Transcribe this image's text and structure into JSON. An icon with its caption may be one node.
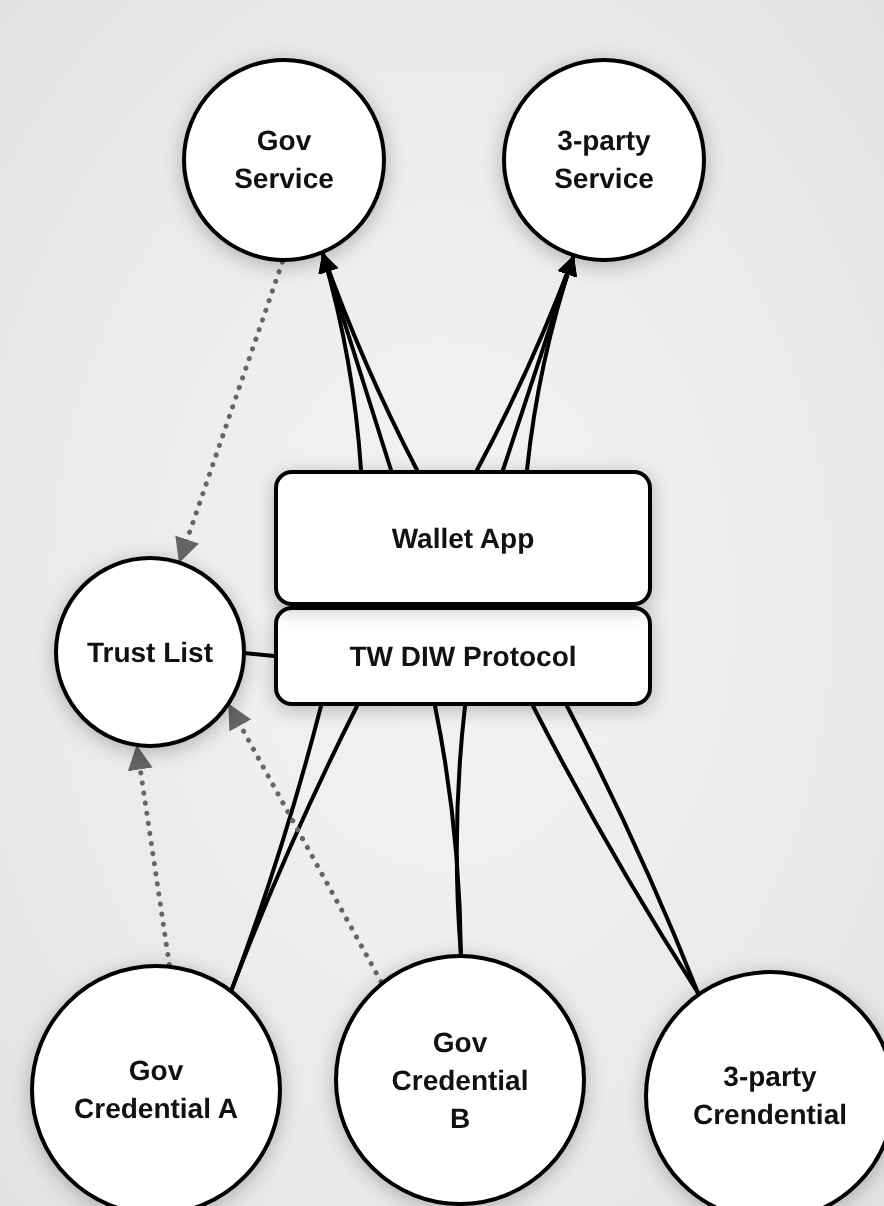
{
  "diagram": {
    "nodes": [
      {
        "text": [
          "Gov Service"
        ]
      },
      {
        "text": [
          "3-party Service"
        ]
      },
      {
        "text": [
          "Wallet App"
        ]
      },
      {
        "text": [
          "TW DIW Protocol"
        ]
      },
      {
        "text": [
          "Trust List"
        ]
      },
      {
        "text": [
          "Gov Credential A"
        ]
      },
      {
        "text": [
          "Gov Credential B"
        ]
      },
      {
        "text": [
          "3-party Crendential"
        ]
      }
    ],
    "edges": [
      {
        "from": 2,
        "to": 0,
        "arrow": "to"
      },
      {
        "from": 2,
        "to": 0,
        "arrow": "to"
      },
      {
        "from": 2,
        "to": 0,
        "arrow": "to"
      },
      {
        "from": 2,
        "to": 1,
        "arrow": "to"
      },
      {
        "from": 2,
        "to": 1,
        "arrow": "to"
      },
      {
        "from": 2,
        "to": 1,
        "arrow": "to"
      },
      {
        "from": 3,
        "to": 4,
        "arrow": "none"
      },
      {
        "from": 3,
        "to": 5,
        "arrow": "none"
      },
      {
        "from": 3,
        "to": 5,
        "arrow": "none"
      },
      {
        "from": 3,
        "to": 6,
        "arrow": "none"
      },
      {
        "from": 3,
        "to": 6,
        "arrow": "none"
      },
      {
        "from": 3,
        "to": 7,
        "arrow": "none"
      },
      {
        "from": 3,
        "to": 7,
        "arrow": "none"
      },
      {
        "from": 0,
        "to": 4,
        "arrow": "to",
        "style": "dashed",
        "color": "#666666"
      },
      {
        "from": 5,
        "to": 4,
        "arrow": "to",
        "style": "dashed",
        "color": "#666666"
      },
      {
        "from": 6,
        "to": 4,
        "arrow": "to",
        "style": "dashed",
        "color": "#666666"
      }
    ]
  }
}
